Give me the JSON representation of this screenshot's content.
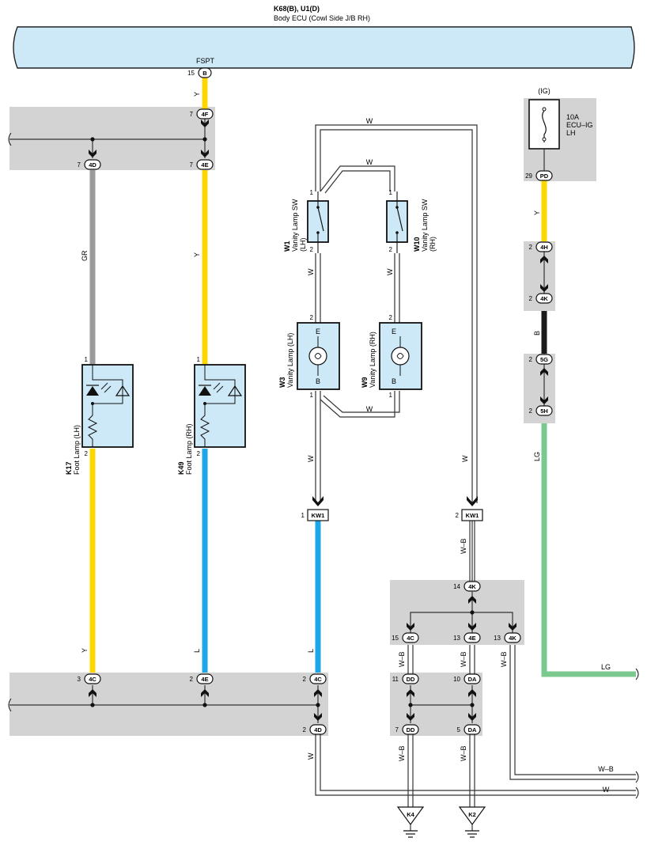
{
  "header": {
    "connector_ids": "K68(B), U1(D)",
    "ecu_name": "Body ECU (Cowl Side J/B RH)",
    "terminal": "FSPT",
    "pin": "15",
    "pin_code": "B"
  },
  "fuse": {
    "power_label": "(IG)",
    "rating": "10A",
    "name_line1": "ECU–IG",
    "name_line2": "LH",
    "pin": "29",
    "pin_code": "PD"
  },
  "junctions": {
    "j_4f": {
      "pin": "7",
      "code": "4F"
    },
    "j_4d_top": {
      "pin": "7",
      "code": "4D"
    },
    "j_4e_top": {
      "pin": "7",
      "code": "4E"
    },
    "j_4h": {
      "pin": "2",
      "code": "4H"
    },
    "j_4k_right": {
      "pin": "2",
      "code": "4K"
    },
    "j_5g": {
      "pin": "2",
      "code": "5G"
    },
    "j_5h": {
      "pin": "2",
      "code": "5H"
    },
    "j_4c_bot": {
      "pin": "3",
      "code": "4C"
    },
    "j_4e_bot": {
      "pin": "2",
      "code": "4E"
    },
    "j_4c_bot2": {
      "pin": "2",
      "code": "4C"
    },
    "j_4d_bot": {
      "pin": "2",
      "code": "4D"
    },
    "j_4k_top": {
      "pin": "14",
      "code": "4K"
    },
    "j_4c_mid": {
      "pin": "15",
      "code": "4C"
    },
    "j_4e_mid": {
      "pin": "13",
      "code": "4E"
    },
    "j_4k_mid": {
      "pin": "13",
      "code": "4K"
    },
    "j_dd_top": {
      "pin": "11",
      "code": "DD"
    },
    "j_da_top": {
      "pin": "10",
      "code": "DA"
    },
    "j_dd_bot": {
      "pin": "7",
      "code": "DD"
    },
    "j_da_bot": {
      "pin": "5",
      "code": "DA"
    }
  },
  "kw1": {
    "left_pin": "1",
    "right_pin": "2",
    "code": "KW1"
  },
  "components": {
    "k17": {
      "id": "K17",
      "name": "Foot Lamp (LH)",
      "pin_top": "1",
      "pin_bottom": "2"
    },
    "k49": {
      "id": "K49",
      "name": "Foot Lamp (RH)",
      "pin_top": "1",
      "pin_bottom": "2"
    },
    "w1": {
      "id": "W1",
      "name_line1": "Vanity Lamp SW",
      "name_line2": "(LH)",
      "pin_top": "1",
      "pin_bottom": "2"
    },
    "w10": {
      "id": "W10",
      "name_line1": "Vanity Lamp SW",
      "name_line2": "(RH)",
      "pin_top": "1",
      "pin_bottom": "2"
    },
    "w3": {
      "id": "W3",
      "name": "Vanity Lamp (LH)",
      "pin_top": "2",
      "pin_bottom": "1",
      "term_top": "E",
      "term_bottom": "B"
    },
    "w9": {
      "id": "W9",
      "name": "Vanity Lamp (RH)",
      "pin_top": "2",
      "pin_bottom": "1",
      "term_top": "E",
      "term_bottom": "B"
    }
  },
  "wire_labels": {
    "y_fspt": "Y",
    "gr": "GR",
    "y_k49": "Y",
    "y_k17_low": "Y",
    "l_k49_low": "L",
    "l_kw1_low": "L",
    "w_top": "W",
    "w_mid": "W",
    "w_sw_lh": "W",
    "w_sw_rh": "W",
    "w_lamp_bot": "W",
    "w_lh_down": "W",
    "w_rh_down": "W",
    "wb_kw1": "W–B",
    "wb_4c": "W–B",
    "wb_4e": "W–B",
    "wb_4k": "W–B",
    "wb_dd": "W–B",
    "wb_da": "W–B",
    "w_4d_down": "W",
    "wb_right": "W–B",
    "w_right": "W",
    "y_fuse": "Y",
    "b_mid": "B",
    "lg_down": "LG",
    "lg_right": "LG"
  },
  "grounds": {
    "k4": "K4",
    "k2": "K2"
  },
  "wire_colors": {
    "yellow": "#ffd700",
    "gray": "#9a9a9a",
    "blue": "#1ea7e8",
    "black": "#1a1a1a",
    "green": "#7cc98f",
    "white_outline": "#333333"
  }
}
